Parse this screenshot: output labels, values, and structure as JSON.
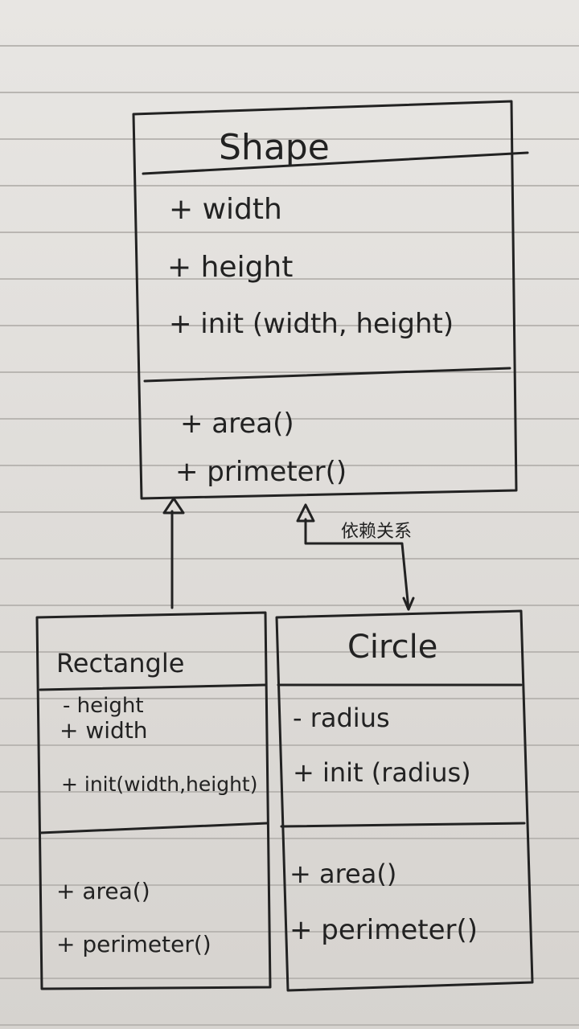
{
  "diagram": {
    "shape": {
      "name": "Shape",
      "attributes": [
        "+ width",
        "+ height",
        "+ init (width, height)"
      ],
      "methods": [
        "+ area()",
        "+ primeter()"
      ]
    },
    "rectangle": {
      "name": "Rectangle",
      "attributes": [
        "- height",
        "+ width"
      ],
      "init": "+ init(width,height)",
      "methods": [
        "+ area()",
        "+ perimeter()"
      ]
    },
    "circle": {
      "name": "Circle",
      "attributes": [
        "- radius"
      ],
      "init": "+ init (radius)",
      "methods": [
        "+ area()",
        "+ perimeter()"
      ]
    },
    "relation_label": "依赖关系"
  },
  "colors": {
    "ink": "#222222",
    "paper": "#e4e2df",
    "rule": "#b9b6b2"
  }
}
